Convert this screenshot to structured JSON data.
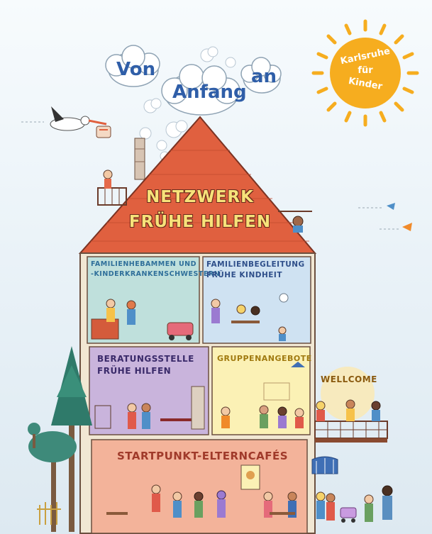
{
  "slogan": {
    "word1": "Von",
    "word2": "Anfang",
    "word3": "an"
  },
  "badge": {
    "line1": "Karlsruhe",
    "line2": "für",
    "line3": "Kinder"
  },
  "roof": {
    "line1": "NETZWERK",
    "line2": "FRÜHE HILFEN"
  },
  "rooms": {
    "hebammen": {
      "line1": "FAMILIENHEBAMMEN UND",
      "line2": "-KINDERKRANKENSCHWESTERN"
    },
    "begleitung": {
      "line1": "FAMILIENBEGLEITUNG",
      "line2": "FRÜHE KINDHEIT"
    },
    "beratung": {
      "line1": "BERATUNGSSTELLE",
      "line2": "FRÜHE HILFEN"
    },
    "gruppen": {
      "line1": "GRUPPENANGEBOTE"
    },
    "startpunkt": {
      "line1": "STARTPUNKT-ELTERNCAFÉS"
    },
    "wellcome": {
      "line1": "WELLCOME"
    }
  },
  "colors": {
    "roof": "#e0603f",
    "sun": "#f6ad1f",
    "room_hebammen": "#bfe0dc",
    "room_begleitung": "#cfe2f2",
    "room_beratung": "#c9b4dc",
    "room_gruppen": "#fbf1b5",
    "room_startpunkt": "#f3b39a",
    "wall": "#f1e7d3",
    "cloud_text": "#2f5ea8"
  }
}
